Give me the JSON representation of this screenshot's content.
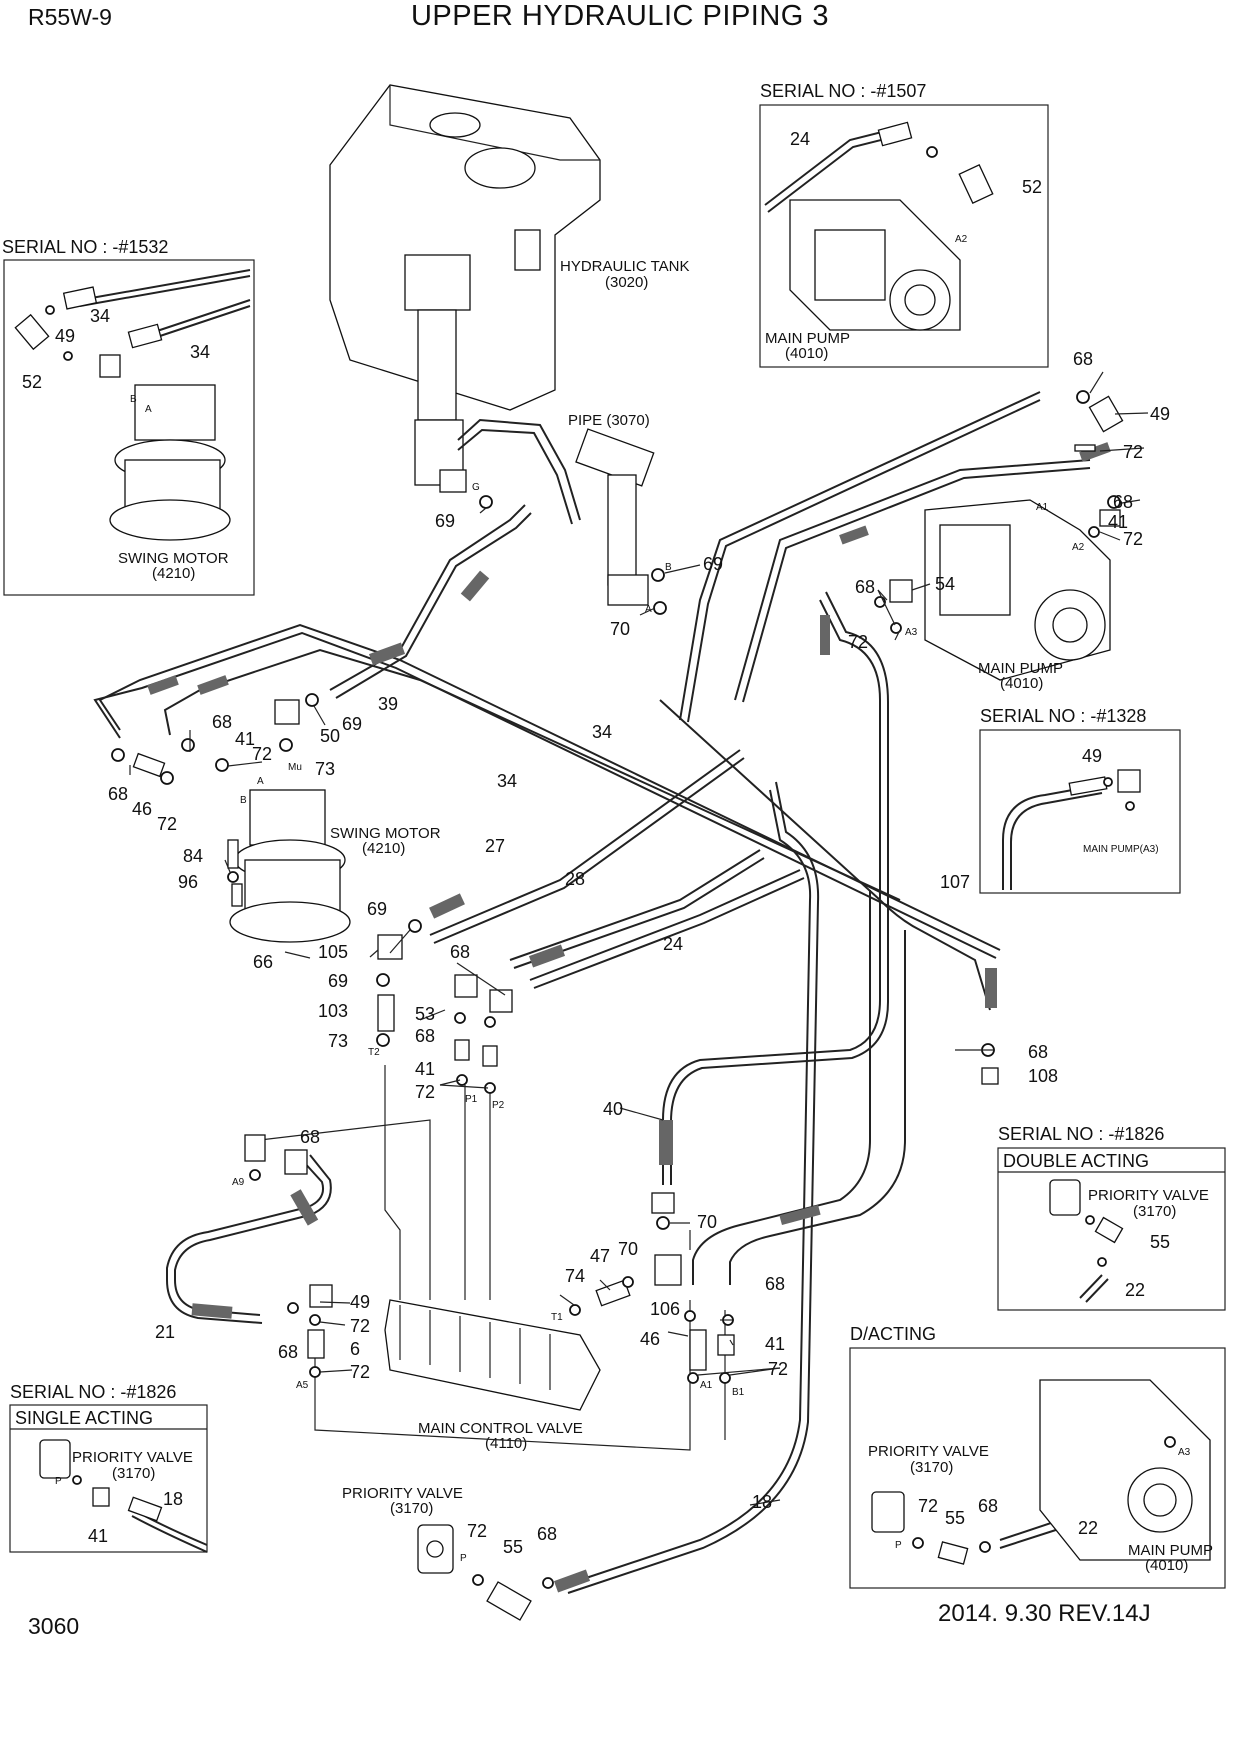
{
  "header": {
    "model": "R55W-9",
    "title": "UPPER HYDRAULIC PIPING 3",
    "page_number": "3060",
    "revision": "2014. 9.30  REV.14J"
  },
  "components": {
    "hydraulic_tank": {
      "name": "HYDRAULIC TANK",
      "code": "(3020)"
    },
    "pipe": {
      "name": "PIPE (3070)"
    },
    "main_pump": {
      "name": "MAIN PUMP",
      "code": "(4010)"
    },
    "swing_motor": {
      "name": "SWING MOTOR",
      "code": "(4210)"
    },
    "main_control_valve": {
      "name": "MAIN CONTROL VALVE",
      "code": "(4110)"
    },
    "priority_valve": {
      "name": "PRIORITY VALVE",
      "code": "(3170)"
    }
  },
  "insets": {
    "s1507": {
      "serial": "SERIAL NO : -#1507",
      "parts": [
        "24",
        "52"
      ],
      "port": "A2",
      "pump_name": "MAIN PUMP",
      "pump_code": "(4010)"
    },
    "s1532": {
      "serial": "SERIAL NO : -#1532",
      "parts": [
        "34",
        "34",
        "49",
        "52"
      ],
      "ports": [
        "A",
        "B"
      ],
      "motor_name": "SWING MOTOR",
      "motor_code": "(4210)"
    },
    "s1328": {
      "serial": "SERIAL NO : -#1328",
      "parts": [
        "49"
      ],
      "port_label": "MAIN PUMP(A3)"
    },
    "s1826_double": {
      "serial": "SERIAL NO : -#1826",
      "heading": "DOUBLE ACTING",
      "valve_name": "PRIORITY VALVE",
      "valve_code": "(3170)",
      "parts": [
        "55",
        "22"
      ]
    },
    "s1826_single": {
      "serial": "SERIAL NO : -#1826",
      "heading": "SINGLE ACTING",
      "valve_name": "PRIORITY VALVE",
      "valve_code": "(3170)",
      "parts": [
        "18",
        "41"
      ],
      "port": "P"
    },
    "dacting": {
      "heading": "D/ACTING",
      "valve_name": "PRIORITY VALVE",
      "valve_code": "(3170)",
      "parts": [
        "72",
        "55",
        "68",
        "22"
      ],
      "port": "P",
      "pump_port": "A3",
      "pump_name": "MAIN PUMP",
      "pump_code": "(4010)"
    }
  },
  "port_labels": [
    "G",
    "B",
    "A",
    "A1",
    "A2",
    "A3",
    "Mu",
    "A",
    "B",
    "T2",
    "P1",
    "P2",
    "A9",
    "A5",
    "T1",
    "A1",
    "B1",
    "P"
  ],
  "callouts": {
    "c68a": "68",
    "c49a": "49",
    "c72a": "72",
    "c68b": "68",
    "c41a": "41",
    "c72b": "72",
    "c68c": "68",
    "c54": "54",
    "c72c": "72",
    "c69a": "69",
    "c69b": "69",
    "c70a": "70",
    "c39": "39",
    "c69c": "69",
    "c50": "50",
    "c68d": "68",
    "c41b": "41",
    "c72d": "72",
    "c73a": "73",
    "c68e": "68",
    "c46a": "46",
    "c72e": "72",
    "c34a": "34",
    "c34b": "34",
    "c84": "84",
    "c96": "96",
    "c27": "27",
    "c28": "28",
    "c24": "24",
    "c107": "107",
    "c69d": "69",
    "c105": "105",
    "c66": "66",
    "c68f": "68",
    "c69e": "69",
    "c103": "103",
    "c53": "53",
    "c68g": "68",
    "c73b": "73",
    "c41c": "41",
    "c72f": "72",
    "c68h": "68",
    "c108": "108",
    "c40": "40",
    "c68i": "68",
    "c70b": "70",
    "c74": "74",
    "c47": "47",
    "c70c": "70",
    "c106": "106",
    "c68j": "68",
    "c49b": "49",
    "c72g": "72",
    "c21": "21",
    "c68k": "68",
    "c6": "6",
    "c72h": "72",
    "c46b": "46",
    "c41d": "41",
    "c72i": "72",
    "c18": "18",
    "c72j": "72",
    "c55": "55",
    "c68l": "68"
  }
}
